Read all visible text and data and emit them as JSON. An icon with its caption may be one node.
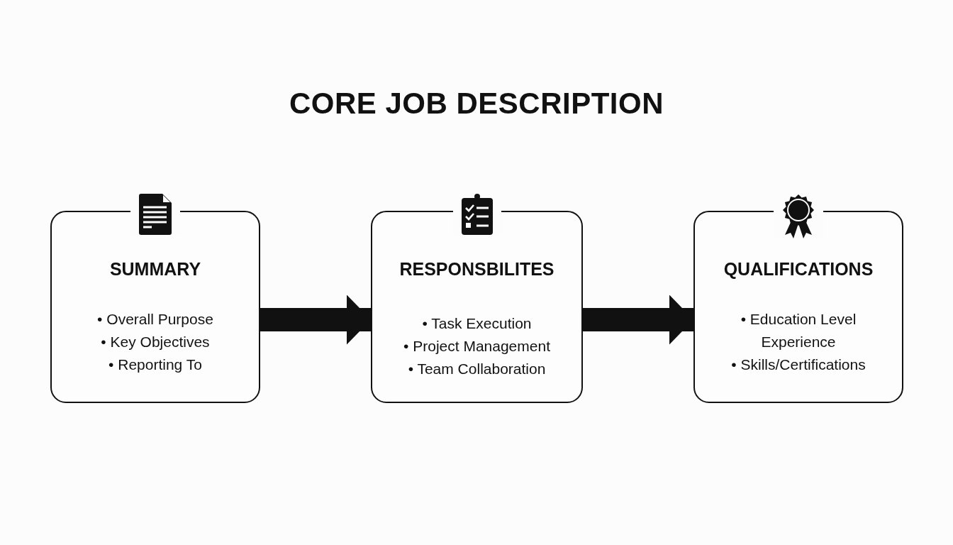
{
  "diagram": {
    "title": "CORE JOB DESCRIPTION",
    "nodes": [
      {
        "text": [
          "SUMMARY",
          "• Overall Purpose",
          "• Key Objectives",
          "• Reporting To"
        ]
      },
      {
        "text": [
          "RESPONSBILITES",
          "• Task Execution",
          "• Project Management",
          "• Team Collaboration"
        ]
      },
      {
        "text": [
          "QUALIFICATIONS",
          "• Education Level",
          "Experience",
          "• Skills/Certifications"
        ]
      }
    ],
    "edges": [
      {
        "from": 0,
        "to": 1,
        "arrow": "to"
      },
      {
        "from": 1,
        "to": 2,
        "arrow": "to"
      }
    ]
  }
}
